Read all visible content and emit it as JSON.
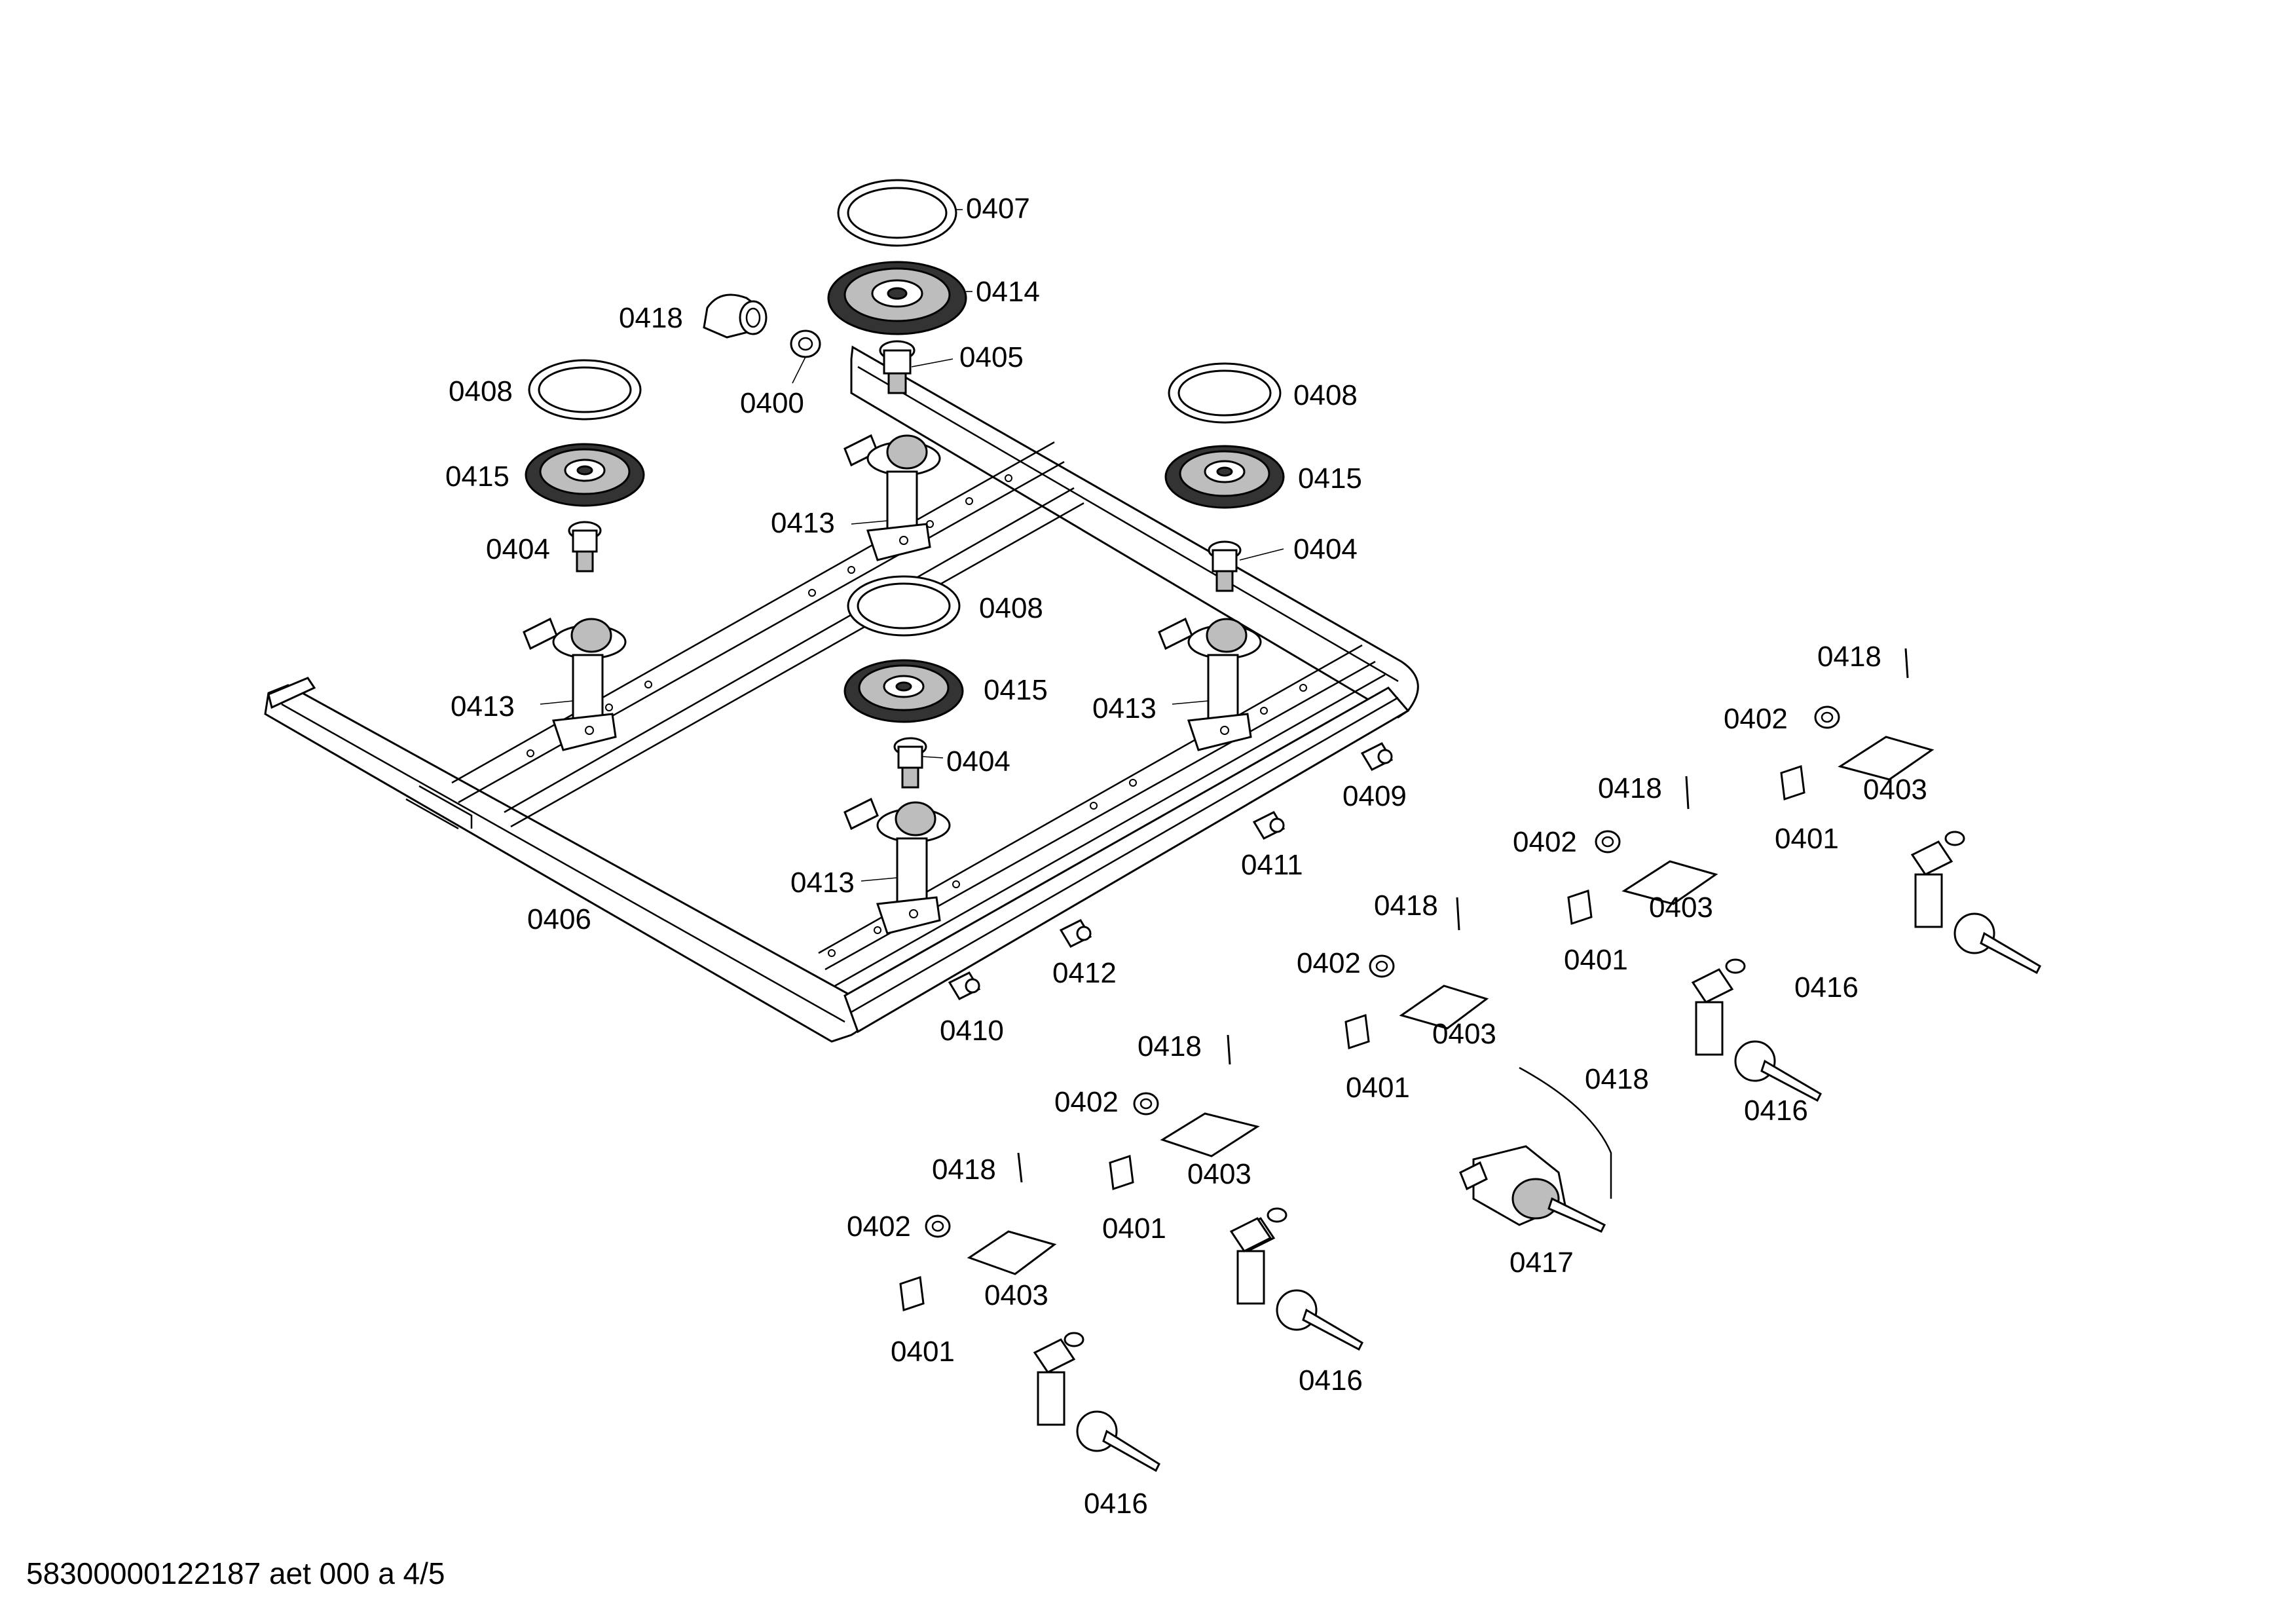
{
  "drawing": {
    "footer": "58300000122187 aet 000 a 4/5",
    "labels": {
      "p0407": "0407",
      "p0414": "0414",
      "p0418_top": "0418",
      "p0405": "0405",
      "p0400": "0400",
      "p0408_left": "0408",
      "p0415_left": "0415",
      "p0404_left": "0404",
      "p0413_ctop": "0413",
      "p0408_right": "0408",
      "p0415_right": "0415",
      "p0404_right": "0404",
      "p0408_center": "0408",
      "p0415_center": "0415",
      "p0413_left": "0413",
      "p0413_right": "0413",
      "p0404_center": "0404",
      "p0413_cbottom": "0413",
      "p0406": "0406",
      "p0409": "0409",
      "p0411": "0411",
      "p0412": "0412",
      "p0410": "0410",
      "g1_0418": "0418",
      "g1_0402": "0402",
      "g1_0403": "0403",
      "g1_0401": "0401",
      "g1_0416": "0416",
      "g2_0418": "0418",
      "g2_0402": "0402",
      "g2_0403": "0403",
      "g2_0401": "0401",
      "g3_0418": "0418",
      "g3_0402": "0402",
      "g3_0403": "0403",
      "g3_0401": "0401",
      "g3_0416": "0416",
      "g4_0418": "0418",
      "g4_0402": "0402",
      "g4_0403": "0403",
      "g4_0401": "0401",
      "g4_0416": "0416",
      "g5_0418": "0418",
      "g5_0402": "0402",
      "g5_0403": "0403",
      "g5_0401": "0401",
      "g5_0416": "0416",
      "p0418_pipe": "0418",
      "p0417": "0417"
    }
  }
}
